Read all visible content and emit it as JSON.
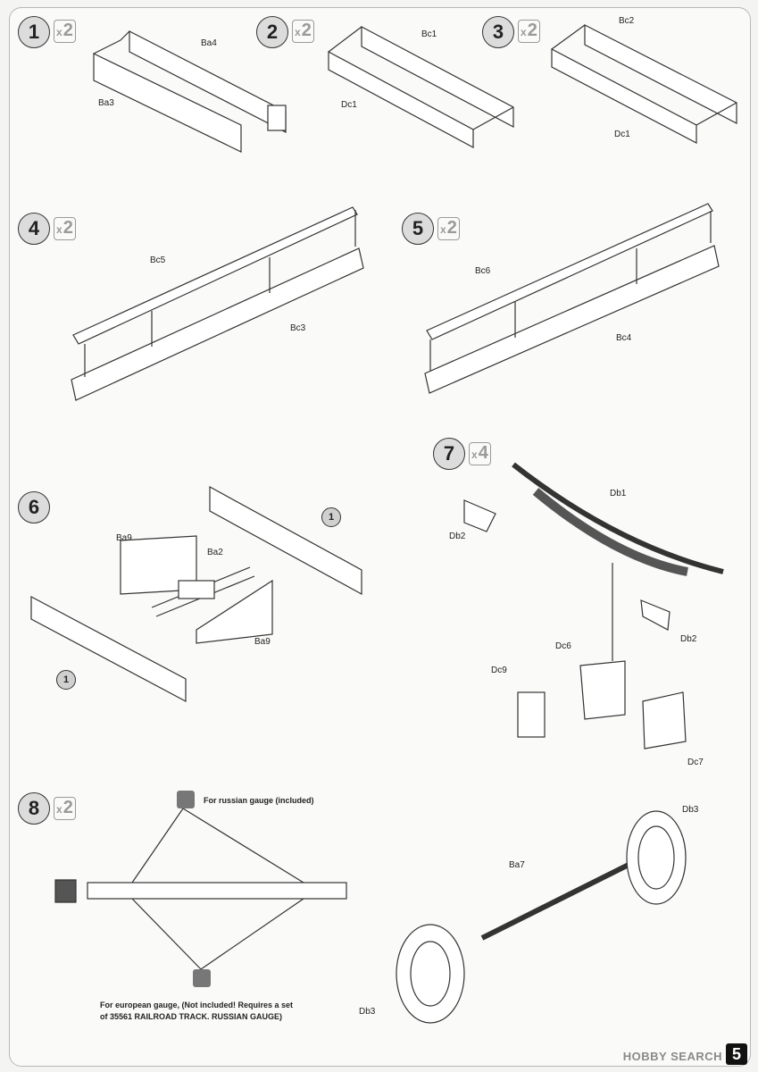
{
  "steps": [
    {
      "num": "1",
      "mult": "2"
    },
    {
      "num": "2",
      "mult": "2"
    },
    {
      "num": "3",
      "mult": "2"
    },
    {
      "num": "4",
      "mult": "2"
    },
    {
      "num": "5",
      "mult": "2"
    },
    {
      "num": "6"
    },
    {
      "num": "7",
      "mult": "4"
    },
    {
      "num": "8",
      "mult": "2"
    }
  ],
  "mult_prefix": "x",
  "labels": {
    "ba4": "Ba4",
    "ba3": "Ba3",
    "bc1": "Bc1",
    "dc1a": "Dc1",
    "bc2": "Bc2",
    "dc1b": "Dc1",
    "bc5": "Bc5",
    "bc3": "Bc3",
    "bc6": "Bc6",
    "bc4": "Bc4",
    "ba9a": "Ba9",
    "ba2": "Ba2",
    "ba9b": "Ba9",
    "db1": "Db1",
    "db2a": "Db2",
    "db2b": "Db2",
    "dc6": "Dc6",
    "dc9": "Dc9",
    "dc7": "Dc7",
    "db3a": "Db3",
    "ba7": "Ba7",
    "db3b": "Db3"
  },
  "callouts": {
    "c1": "1",
    "c2": "1"
  },
  "notes": {
    "russian": "For russian gauge (included)",
    "european_1": "For european gauge, (Not included! Requires a set",
    "european_2": "of 35561 RAILROAD TRACK. RUSSIAN GAUGE)"
  },
  "watermark": "HOBBY SEARCH",
  "page_number": "5"
}
